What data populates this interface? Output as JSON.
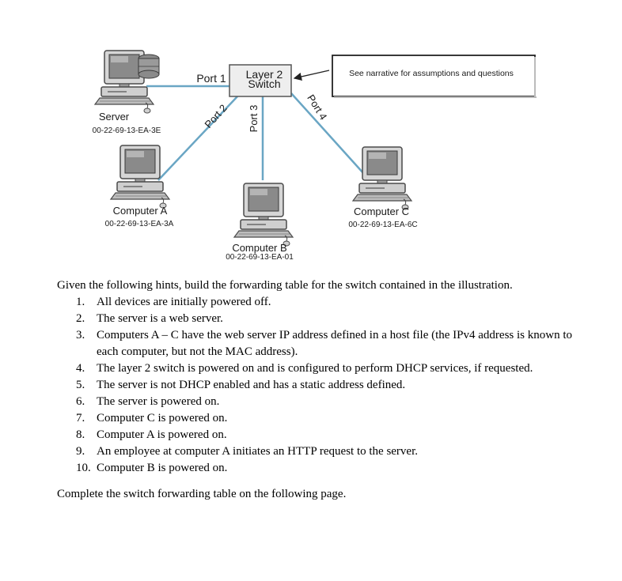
{
  "diagram": {
    "switch_label": [
      "Layer 2",
      "Switch"
    ],
    "ports": {
      "port1": "Port 1",
      "port2": "Port 2",
      "port3": "Port 3",
      "port4": "Port 4"
    },
    "callout": "See narrative for assumptions and questions",
    "devices": {
      "server": {
        "name": "Server",
        "mac": "00-22-69-13-EA-3E"
      },
      "computer_a": {
        "name": "Computer A",
        "mac": "00-22-69-13-EA-3A"
      },
      "computer_b": {
        "name": "Computer B",
        "mac": "00-22-69-13-EA-01"
      },
      "computer_c": {
        "name": "Computer C",
        "mac": "00-22-69-13-EA-6C"
      }
    },
    "link_color": "#6aa6c4"
  },
  "question": "Given the following hints, build the forwarding table for the switch contained in the illustration.",
  "hints": [
    {
      "num": "1.",
      "text": "All devices are initially powered off."
    },
    {
      "num": "2.",
      "text": "The server is a web server."
    },
    {
      "num": "3.",
      "text": "Computers A – C have the web server IP address defined in a host file (the IPv4 address is known to each computer, but not the MAC address)."
    },
    {
      "num": "4.",
      "text": "The layer 2 switch is powered on and is configured to perform DHCP services, if requested."
    },
    {
      "num": "5.",
      "text": "The server is not DHCP enabled and has a static address defined."
    },
    {
      "num": "6.",
      "text": "The server is powered on."
    },
    {
      "num": "7.",
      "text": "Computer C is powered on."
    },
    {
      "num": "8.",
      "text": "Computer A is powered on."
    },
    {
      "num": "9.",
      "text": "An employee at computer A initiates an HTTP request to the server."
    },
    {
      "num": "10.",
      "text": "Computer B is powered on."
    }
  ],
  "closing": "Complete the switch forwarding table on the following page."
}
